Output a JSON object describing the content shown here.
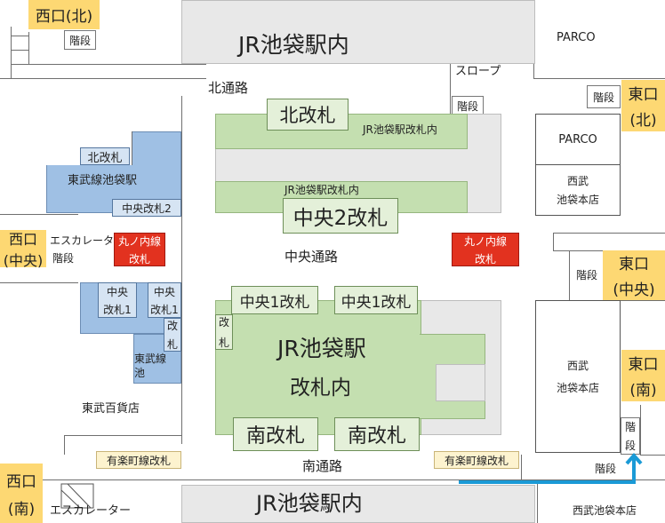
{
  "labels": {
    "jr_inside_top": "JR池袋駅内",
    "jr_inside_bottom": "JR池袋駅内",
    "parco_top": "PARCO",
    "parco_box": "PARCO",
    "north_street": "北通路",
    "central_street": "中央通路",
    "south_street": "南通路",
    "slope": "スロープ",
    "north_gate": "北改札",
    "jr_gate_inside_1": "JR池袋駅改札内",
    "jr_gate_inside_2": "JR池袋駅改札内",
    "central2_gate": "中央2改札",
    "central1_gate_left": "中央1改札",
    "central1_gate_right": "中央1改札",
    "gate_v1": "改",
    "gate_v2": "札",
    "jr_station_l1": "JR池袋駅",
    "jr_station_l2": "改札内",
    "south_gate_left": "南改札",
    "south_gate_right": "南改札",
    "tobu_north_gate": "北改札",
    "tobu_station": "東武線池袋駅",
    "tobu_central2_gate": "中央改札2",
    "tobu_central1_a_l1": "中央",
    "tobu_central1_a_l2": "改札1",
    "tobu_central1_b_l1": "中央",
    "tobu_central1_b_l2": "改札1",
    "tobu_v1": "改",
    "tobu_v2": "札",
    "tobu_line_l1": "東武線",
    "tobu_line_l2": "池",
    "tobu_dept": "東武百貨店",
    "marunouchi_left_l1": "丸ノ内線",
    "marunouchi_left_l2": "改札",
    "marunouchi_right_l1": "丸ノ内線",
    "marunouchi_right_l2": "改札",
    "escalator_west": "エスカレータ",
    "escalator_southwest": "エスカレーター",
    "stairs": "階段",
    "stairs_v1": "階",
    "stairs_v2": "段",
    "west_north": "西口(北)",
    "west_center_l1": "西口",
    "west_center_l2": "(中央)",
    "west_south_l1": "西口",
    "west_south_l2": "(南)",
    "east_north_l1": "東口",
    "east_north_l2": "(北)",
    "east_center_l1": "東口",
    "east_center_l2": "(中央)",
    "east_south_l1": "東口",
    "east_south_l2": "(南)",
    "seibu_1_l1": "西武",
    "seibu_1_l2": "池袋本店",
    "seibu_2_l1": "西武",
    "seibu_2_l2": "池袋本店",
    "seibu_bottom": "西武池袋本店",
    "yurakucho_left": "有楽町線改札",
    "yurakucho_right": "有楽町線改札"
  },
  "colors": {
    "jr_area": "#c4dfb0",
    "tobu_area": "#9fc0e4",
    "marunouchi": "#e2321f",
    "exit": "#fdd873",
    "route": "#1a9ad6"
  },
  "icons": [
    "route-arrow-icon"
  ]
}
